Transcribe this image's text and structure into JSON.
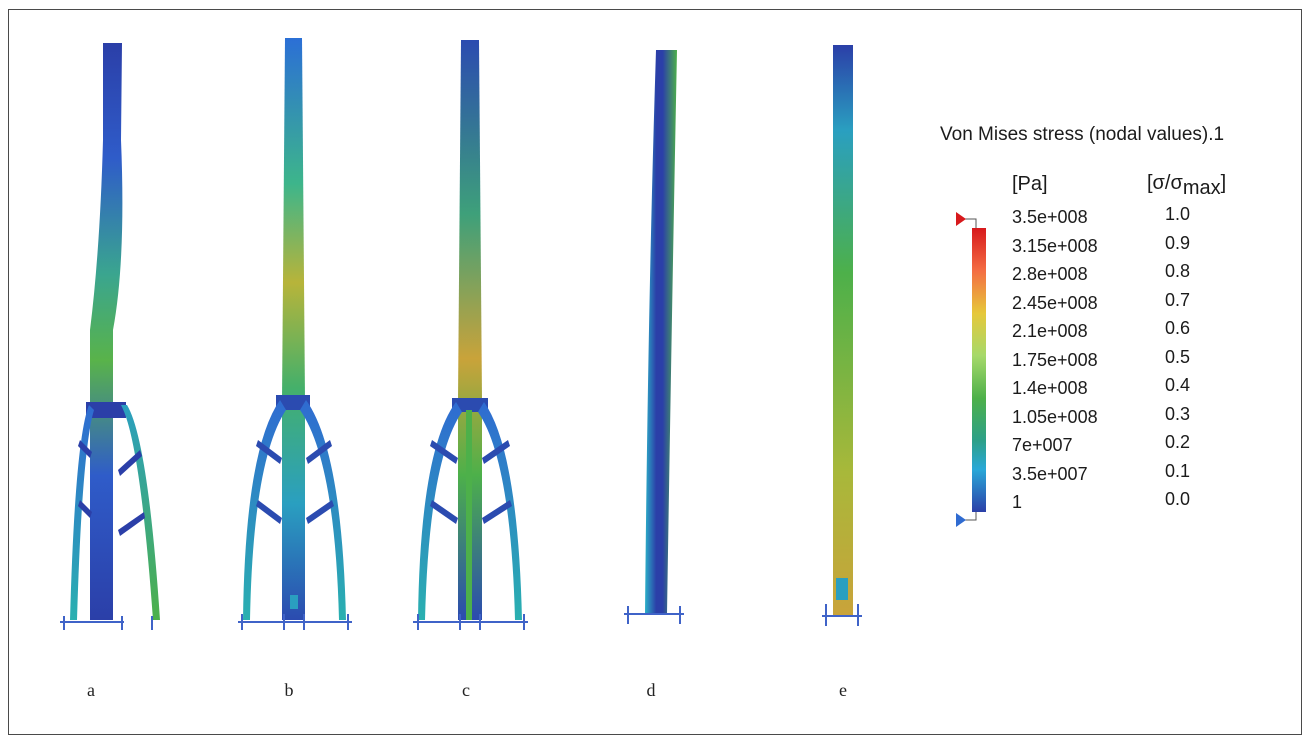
{
  "figure": {
    "panel_labels": [
      "a",
      "b",
      "c",
      "d",
      "e"
    ]
  },
  "legend": {
    "title": "Von Mises stress (nodal values).1",
    "unit_header": "[Pa]",
    "ratio_header_main": "[σ/σ",
    "ratio_header_sub": "max",
    "ratio_header_end": "]",
    "pa_values": [
      "3.5e+008",
      "3.15e+008",
      "2.8e+008",
      "2.45e+008",
      "2.1e+008",
      "1.75e+008",
      "1.4e+008",
      "1.05e+008",
      "7e+007",
      "3.5e+007",
      "1"
    ],
    "ratio_values": [
      "1.0",
      "0.9",
      "0.8",
      "0.7",
      "0.6",
      "0.5",
      "0.4",
      "0.3",
      "0.2",
      "0.1",
      "0.0"
    ],
    "colors": [
      "#d7191c",
      "#f46d43",
      "#fdae61",
      "#e6c83a",
      "#a6d96a",
      "#5cb85c",
      "#3cb371",
      "#2ca089",
      "#29a8d8",
      "#2f6bd1",
      "#2b3fa8"
    ]
  },
  "colors": {
    "low": "#2b3fa8",
    "mid_low": "#29a8d8",
    "mid": "#3cb371",
    "mid_high": "#e6c83a",
    "high": "#d7191c",
    "support": "#3f63c8",
    "frame": "#4a4a4a"
  }
}
